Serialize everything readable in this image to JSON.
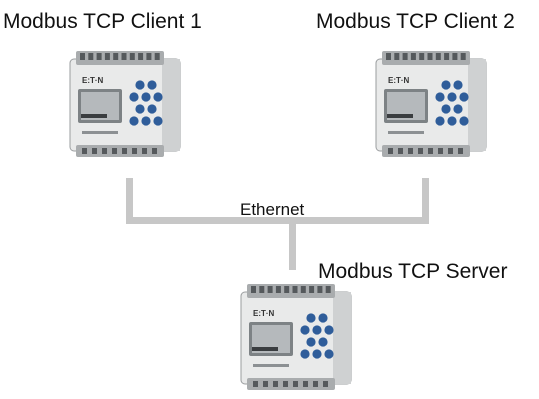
{
  "labels": {
    "client1": "Modbus TCP Client 1",
    "client2": "Modbus TCP Client 2",
    "server": "Modbus TCP Server",
    "network": "Ethernet"
  },
  "device": {
    "brand": "E:T·N",
    "colors": {
      "body": "#e9eaea",
      "body_shade": "#cfd1d2",
      "display": "#b5b9bc",
      "display_frame": "#7d8285",
      "button": "#2f5d9a",
      "terminal": "#a9acae"
    }
  },
  "colors": {
    "wire": "#c7c7c7",
    "text": "#111111"
  }
}
